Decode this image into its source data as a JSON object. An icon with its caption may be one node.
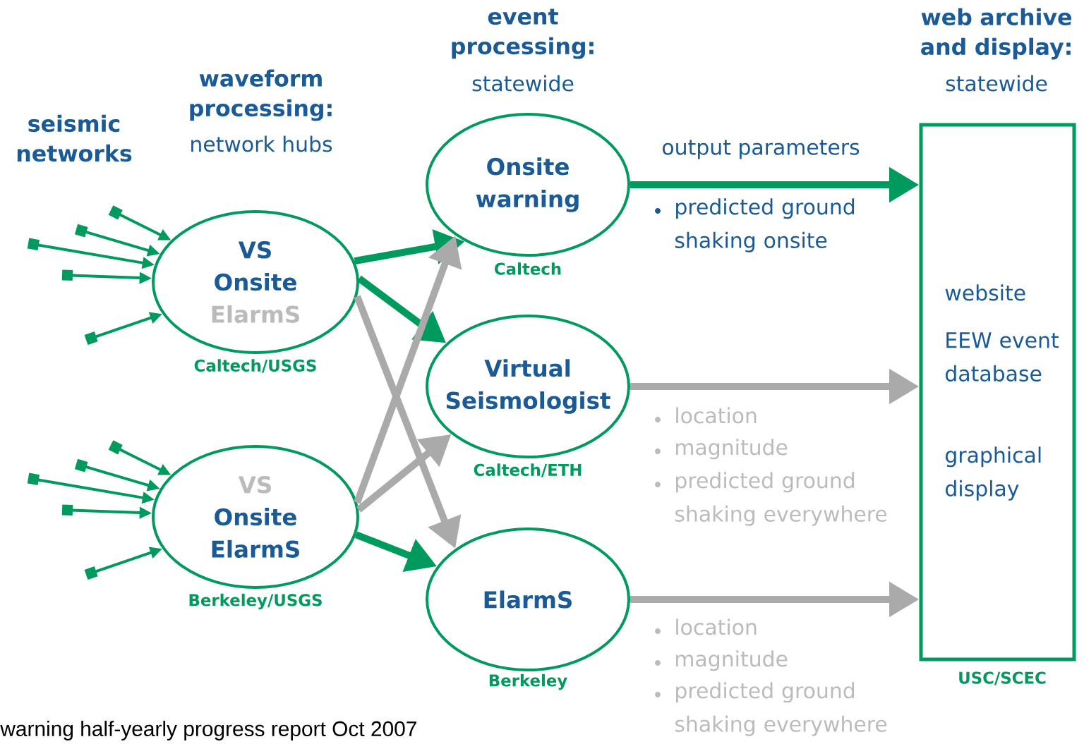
{
  "diagram": {
    "nodes": [
      {
        "text": [
          "VS",
          "Onsite",
          "ElarmS"
        ],
        "beside": [
          "Caltech/USGS"
        ]
      },
      {
        "text": [
          "VS",
          "Onsite",
          "ElarmS"
        ],
        "beside": [
          "Berkeley/USGS"
        ]
      },
      {
        "text": [
          "Onsite warning"
        ],
        "beside": [
          "Caltech"
        ]
      },
      {
        "text": [
          "Virtual Seismologist"
        ],
        "beside": [
          "Caltech/ETH"
        ]
      },
      {
        "text": [
          "ElarmS"
        ],
        "beside": [
          "Berkeley"
        ]
      },
      {
        "text": [
          "website",
          "EEW event database",
          "graphical display"
        ],
        "beside": [
          "USC/SCEC"
        ]
      }
    ],
    "edges": [
      {
        "from": null,
        "to": 0,
        "arrow": "to"
      },
      {
        "from": null,
        "to": 0,
        "arrow": "to"
      },
      {
        "from": null,
        "to": 0,
        "arrow": "to"
      },
      {
        "from": null,
        "to": 0,
        "arrow": "to"
      },
      {
        "from": null,
        "to": 0,
        "arrow": "to"
      },
      {
        "from": null,
        "to": 1,
        "arrow": "to"
      },
      {
        "from": null,
        "to": 1,
        "arrow": "to"
      },
      {
        "from": null,
        "to": 1,
        "arrow": "to"
      },
      {
        "from": null,
        "to": 1,
        "arrow": "to"
      },
      {
        "from": null,
        "to": 1,
        "arrow": "to"
      },
      {
        "from": 0,
        "to": 2,
        "arrow": "to",
        "style": "thick"
      },
      {
        "from": 0,
        "to": 3,
        "arrow": "to",
        "style": "thick"
      },
      {
        "from": 0,
        "to": 4,
        "arrow": "to",
        "style": "thick",
        "color": "#aaaaaa"
      },
      {
        "from": 1,
        "to": 2,
        "arrow": "to",
        "style": "thick",
        "color": "#aaaaaa"
      },
      {
        "from": 1,
        "to": 3,
        "arrow": "to",
        "style": "thick",
        "color": "#aaaaaa"
      },
      {
        "from": 1,
        "to": 4,
        "arrow": "to",
        "style": "thick"
      },
      {
        "from": 2,
        "to": 5,
        "arrow": "to",
        "style": "thick",
        "label": "output parameters"
      },
      {
        "from": 3,
        "to": 5,
        "arrow": "to",
        "style": "thick",
        "color": "#aaaaaa"
      },
      {
        "from": 4,
        "to": 5,
        "arrow": "to",
        "style": "thick",
        "color": "#aaaaaa"
      }
    ],
    "labels": [
      "event processing:",
      "statewide",
      "web archive and display:",
      "statewide",
      "waveform processing:",
      "network hubs",
      "seismic networks",
      "predicted ground shaking onsite",
      "location",
      "magnitude",
      "predicted ground shaking everywhere",
      "location",
      "magnitude",
      "predicted ground shaking everywhere",
      "warning half-yearly progress report Oct 2007"
    ]
  }
}
